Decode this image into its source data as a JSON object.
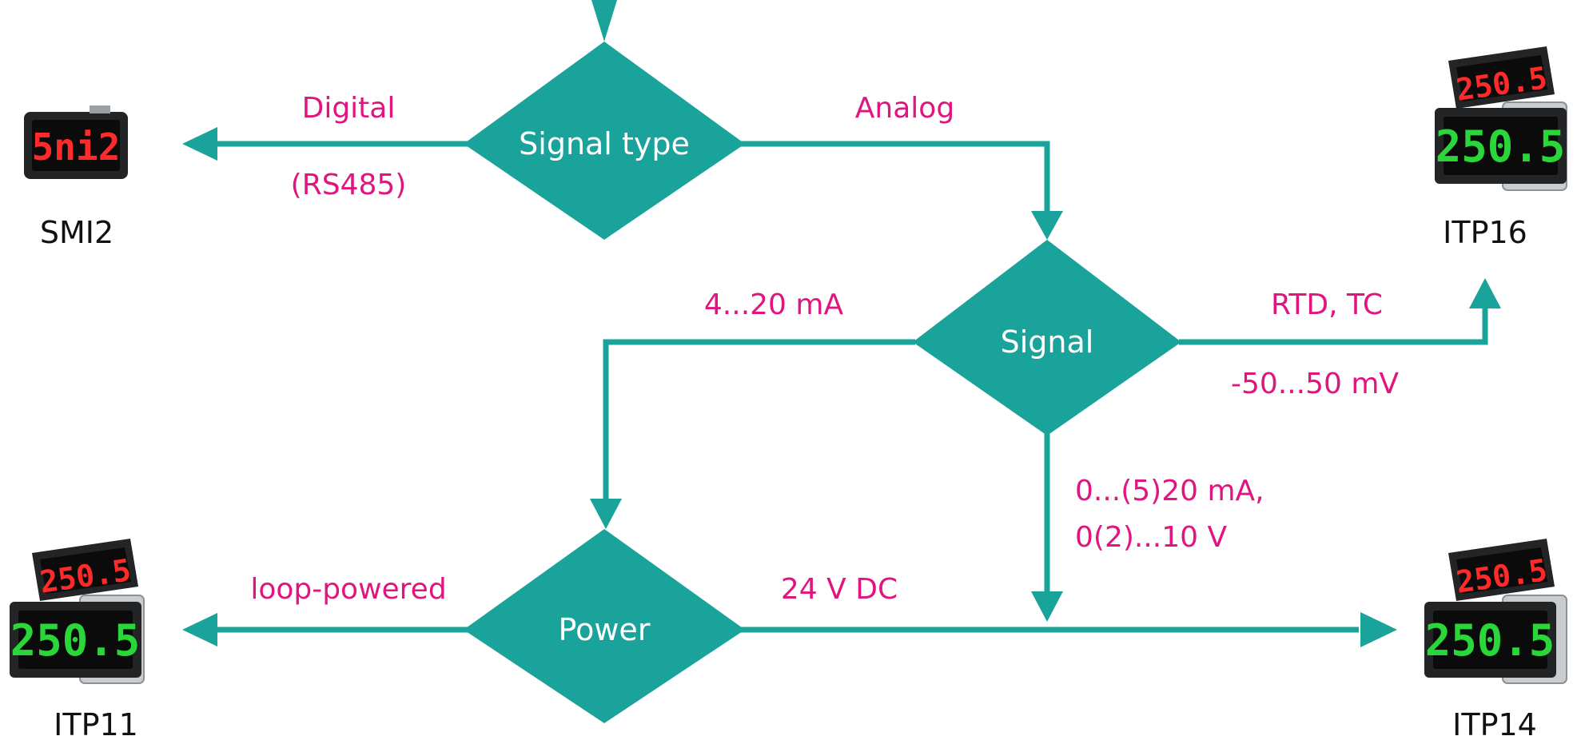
{
  "nodes": {
    "signal_type": "Signal type",
    "signal": "Signal",
    "power": "Power"
  },
  "edges": {
    "digital": "Digital",
    "rs485": "(RS485)",
    "analog": "Analog",
    "ma_4_20": "4...20 mA",
    "rtd_tc": "RTD, TC",
    "mv": "-50...50 mV",
    "ma_0_20": "0...(5)20 mA,",
    "v_0_10": "0(2)...10 V",
    "loop_powered": "loop-powered",
    "dc_24v": "24 V DC"
  },
  "devices": {
    "smi2": {
      "name": "SMI2",
      "display": "5ni2"
    },
    "itp16": {
      "name": "ITP16",
      "display_top": "250.5",
      "display_front": "250.5"
    },
    "itp11": {
      "name": "ITP11",
      "display_top": "250.5",
      "display_front": "250.5"
    },
    "itp14": {
      "name": "ITP14",
      "display_top": "250.5",
      "display_front": "250.5"
    }
  },
  "colors": {
    "flow": "#1aa39a",
    "label": "#e0157f",
    "text": "#111111"
  },
  "icons": [
    "smi2-display-icon",
    "itp16-device-icon",
    "itp11-device-icon",
    "itp14-device-icon"
  ]
}
